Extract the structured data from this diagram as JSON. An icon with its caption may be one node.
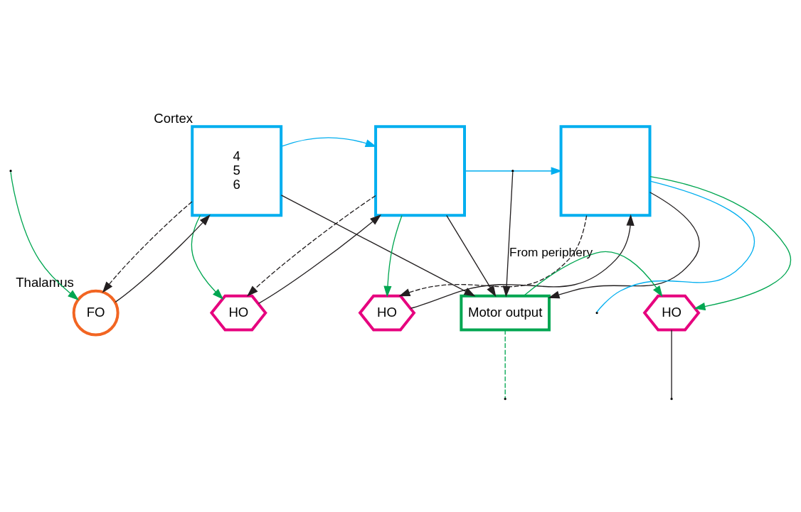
{
  "diagram": {
    "nodes": [
      {
        "text": [
          "4",
          "5",
          "6"
        ],
        "beside": [
          "Cortex"
        ]
      },
      {
        "text": [],
        "shape": "box"
      },
      {
        "text": [],
        "shape": "box"
      },
      {
        "text": [
          "FO"
        ],
        "beside": [
          "Thalamus"
        ]
      },
      {
        "text": [
          "HO"
        ]
      },
      {
        "text": [
          "HO"
        ]
      },
      {
        "text": [
          "HO"
        ]
      },
      {
        "text": [
          "Motor output"
        ]
      }
    ],
    "edges": [
      {
        "from": 3,
        "to": 0,
        "arrow": "to"
      },
      {
        "from": 0,
        "to": 3,
        "arrow": "to",
        "style": "dashed"
      },
      {
        "from": 0,
        "to": 1,
        "arrow": "to",
        "color": "#00aeef"
      },
      {
        "from": 1,
        "to": 2,
        "arrow": "to",
        "color": "#00aeef"
      },
      {
        "from": 2,
        "to": null,
        "arrow": "none",
        "color": "#00aeef"
      },
      {
        "from": 4,
        "to": 1,
        "arrow": "to"
      },
      {
        "from": 5,
        "to": 2,
        "arrow": "to"
      },
      {
        "from": 6,
        "to": null,
        "arrow": "none"
      },
      {
        "from": 1,
        "to": 4,
        "arrow": "to",
        "style": "dashed"
      },
      {
        "from": 2,
        "to": 5,
        "arrow": "to",
        "style": "dashed"
      },
      {
        "from": 0,
        "to": 4,
        "arrow": "to",
        "color": "#00a651"
      },
      {
        "from": 0,
        "to": 7,
        "arrow": "to"
      },
      {
        "from": 1,
        "to": 5,
        "arrow": "to",
        "color": "#00a651"
      },
      {
        "from": 1,
        "to": 7,
        "arrow": "to"
      },
      {
        "from": 2,
        "to": 6,
        "arrow": "to",
        "color": "#00a651"
      },
      {
        "from": 2,
        "to": 7,
        "arrow": "to"
      },
      {
        "from": null,
        "to": 7,
        "arrow": "to",
        "label": "From periphery"
      },
      {
        "from": null,
        "to": 3,
        "arrow": "to",
        "color": "#00a651"
      },
      {
        "from": 7,
        "to": 6,
        "arrow": "to",
        "color": "#00a651"
      },
      {
        "from": 7,
        "to": null,
        "arrow": "none",
        "style": "dashed",
        "color": "#00a651"
      }
    ]
  }
}
